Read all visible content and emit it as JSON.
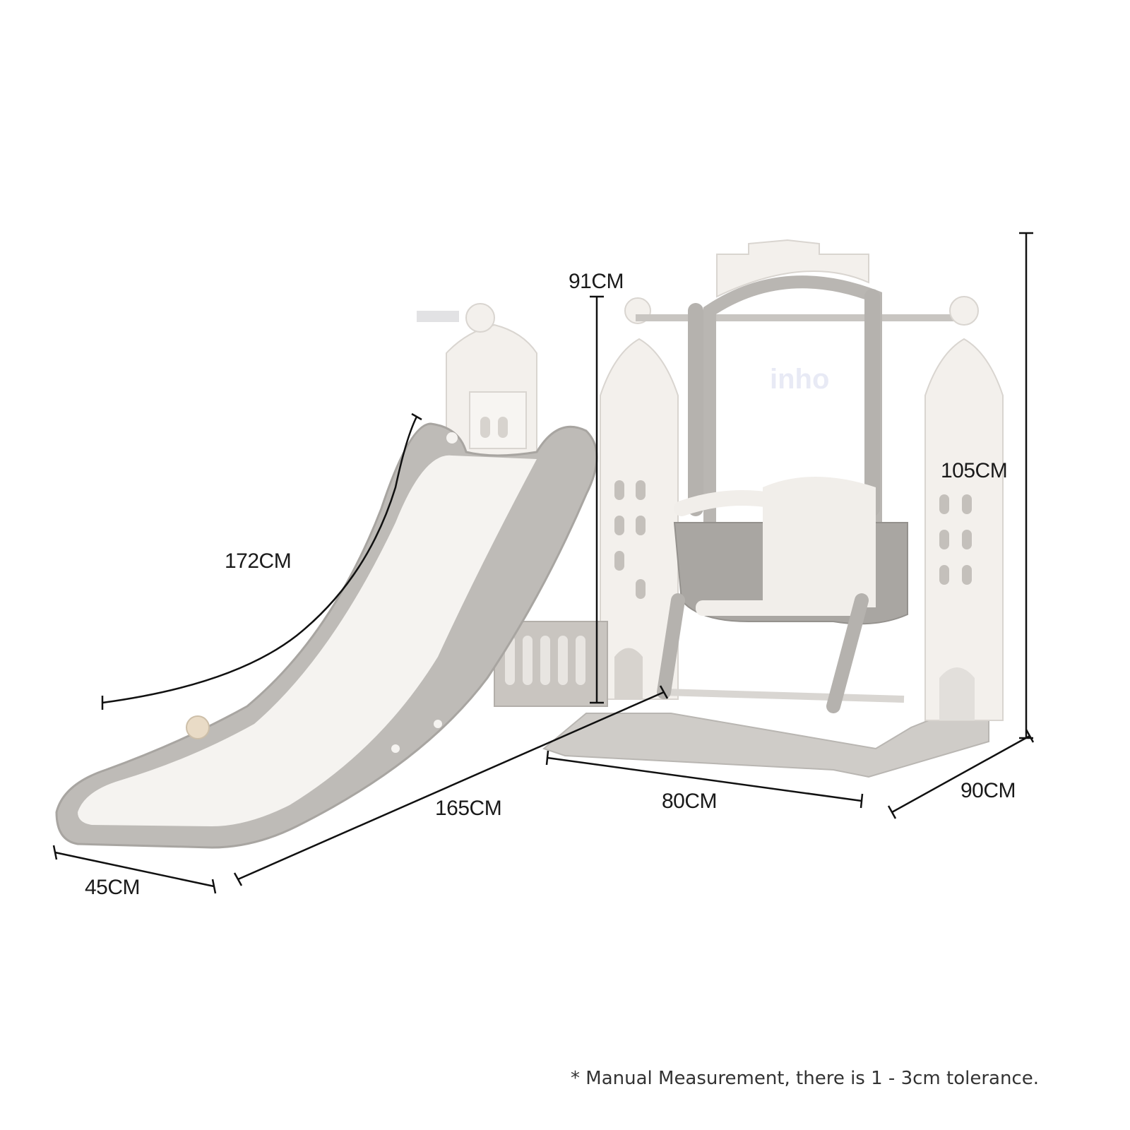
{
  "dimensions": {
    "slide_length": "172CM",
    "tower_height": "91CM",
    "swing_height": "105CM",
    "slide_width": "45CM",
    "base_length": "165CM",
    "swing_length": "80CM",
    "swing_depth": "90CM"
  },
  "footnote": "* Manual Measurement, there is 1 - 3cm tolerance.",
  "watermark": "inho",
  "colors": {
    "frame_white": "#f3f0ec",
    "frame_gray": "#b9b6b2",
    "frame_dark_gray": "#9e9b97",
    "dim_line": "#111111"
  }
}
